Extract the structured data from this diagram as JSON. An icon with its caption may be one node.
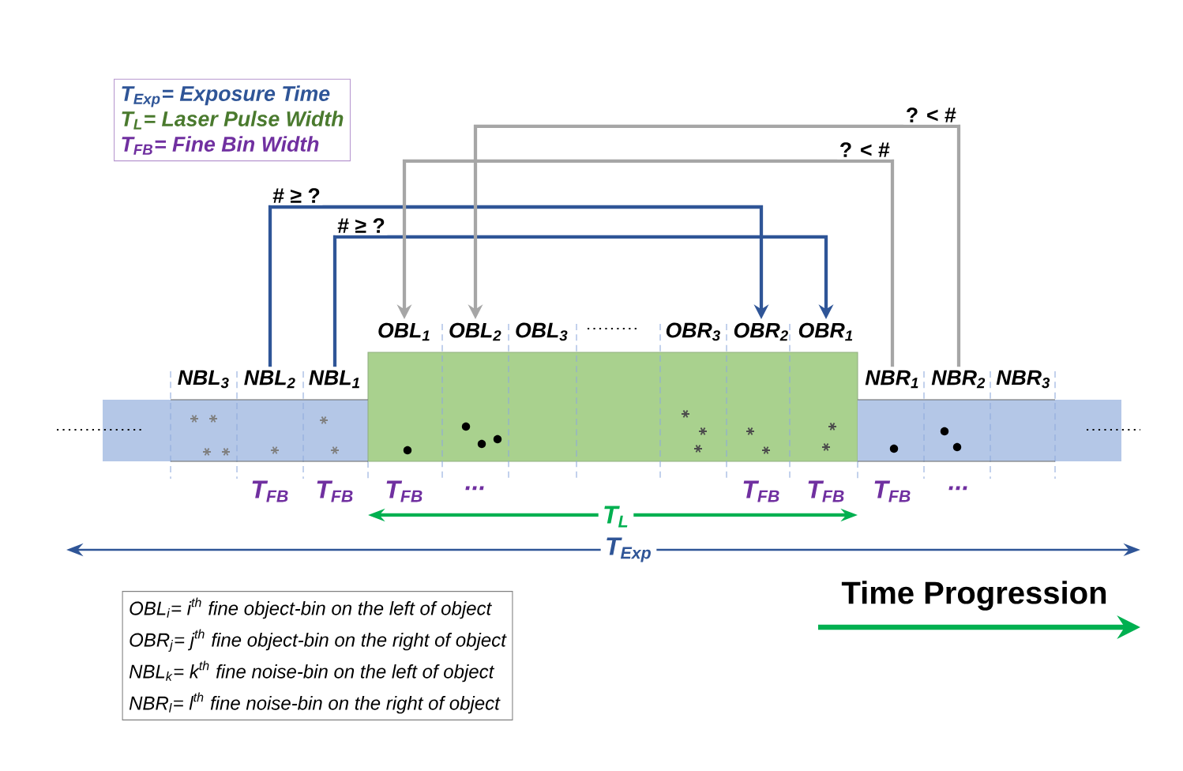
{
  "diagram": {
    "nodes": [
      {
        "text": [
          "T$_{Exp}$= Exposure Time",
          "T$_{L}$= Laser Pulse Width",
          "T$_{FB}$= Fine Bin Width"
        ]
      },
      {
        "text": [
          "NBL$_{3}$"
        ]
      },
      {
        "text": [
          "NBL$_{2}$"
        ]
      },
      {
        "text": [
          "NBL$_{1}$"
        ]
      },
      {
        "text": [
          "OBL$_{1}$"
        ]
      },
      {
        "text": [
          "OBL$_{2}$"
        ]
      },
      {
        "text": [
          "OBL$_{3}$"
        ]
      },
      {
        "text": [
          "OBR$_{3}$"
        ]
      },
      {
        "text": [
          "OBR$_{2}$"
        ]
      },
      {
        "text": [
          "OBR$_{1}$"
        ]
      },
      {
        "text": [
          "NBR$_{1}$"
        ]
      },
      {
        "text": [
          "NBR$_{2}$"
        ]
      },
      {
        "text": [
          "NBR$_{3}$"
        ]
      },
      {
        "text": [
          "OBL$_{i}$= i$^{th}$ fine object-bin on the left of object",
          "OBR$_{j}$= j$^{th}$ fine object-bin on the right of object",
          "NBL$_{k}$= k$^{th}$ fine noise-bin on the left of object",
          "NBR$_{l}$= l$^{th}$ fine noise-bin on the right of object"
        ]
      }
    ],
    "edges": [
      {
        "from": 2,
        "to": 8,
        "arrow": "to",
        "label": "# ≥ ?",
        "color": "#2f5597"
      },
      {
        "from": 3,
        "to": 9,
        "arrow": "to",
        "label": "# ≥ ?",
        "color": "#2f5597"
      },
      {
        "from": 11,
        "to": 5,
        "arrow": "to",
        "label": "? < #",
        "color": "#a6a6a6"
      },
      {
        "from": 10,
        "to": 4,
        "arrow": "to",
        "label": "? < #",
        "color": "#a6a6a6"
      }
    ],
    "labels": [
      "T$_{FB}$",
      "T$_{FB}$",
      "T$_{FB}$",
      "...",
      "T$_{FB}$",
      "T$_{FB}$",
      "T$_{FB}$",
      "...",
      "T$_{L}$",
      "T$_{Exp}$",
      "Time Progression"
    ]
  }
}
